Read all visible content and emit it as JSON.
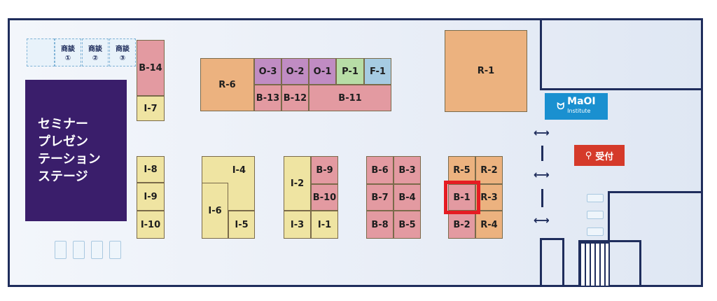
{
  "map": {
    "stage_lines": [
      "セミナー",
      "プレゼン",
      "テーション",
      "ステージ"
    ],
    "meeting_rooms": [
      {
        "name": "商談",
        "num": "①"
      },
      {
        "name": "商談",
        "num": "②"
      },
      {
        "name": "商談",
        "num": "③"
      }
    ],
    "logo_text": "MaOI",
    "logo_sub": "Institute",
    "reception_label": "受付",
    "booths": {
      "B14": "B-14",
      "I7": "I-7",
      "I8": "I-8",
      "I9": "I-9",
      "I10": "I-10",
      "R6": "R-6",
      "O3": "O-3",
      "O2": "O-2",
      "O1": "O-1",
      "P1": "P-1",
      "F1": "F-1",
      "B13": "B-13",
      "B12": "B-12",
      "B11": "B-11",
      "R1": "R-1",
      "I4": "I-4",
      "I6": "I-6",
      "I5": "I-5",
      "I2": "I-2",
      "I3": "I-3",
      "I1": "I-1",
      "B9": "B-9",
      "B10": "B-10",
      "B6": "B-6",
      "B3": "B-3",
      "B7": "B-7",
      "B4": "B-4",
      "B8": "B-8",
      "B5": "B-5",
      "R5": "R-5",
      "R2": "R-2",
      "B1": "B-1",
      "R3": "R-3",
      "B2": "B-2",
      "R4": "R-4"
    },
    "highlighted_booth": "B-1",
    "colors": {
      "pink": "#e39aa1",
      "yellow": "#efe4a2",
      "orange": "#ecb27f",
      "purple": "#c08cc3",
      "green": "#b7dda6",
      "blue": "#a6cbe2",
      "stage": "#3a1e6b",
      "highlight": "#e51c23",
      "logo": "#1a90d0",
      "reception": "#d53a2a"
    }
  }
}
